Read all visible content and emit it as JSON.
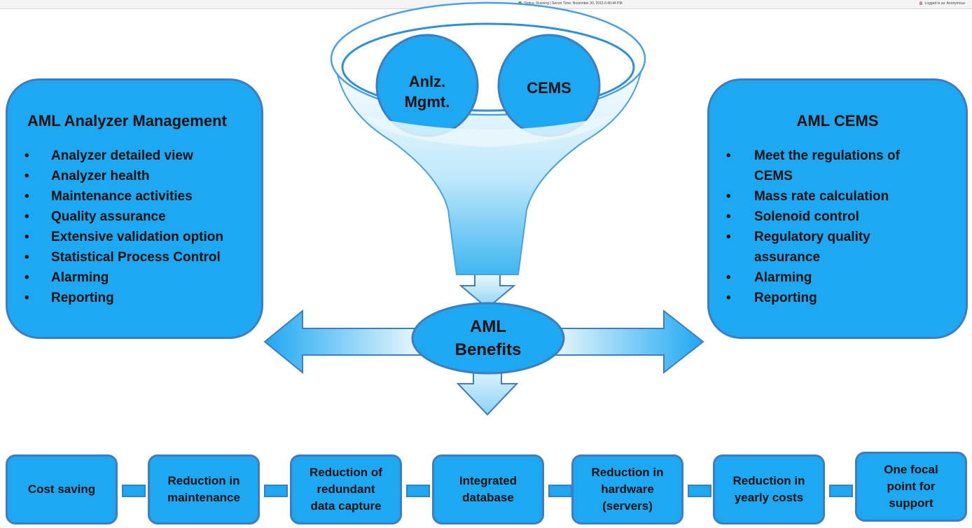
{
  "status_bar": {
    "left_text": "Status: Running | Server Time: November 30, 2015 6:40:44 PM",
    "right_text": "Logged in as: Anonymous"
  },
  "funnel": {
    "circle_left": [
      "Anlz.",
      "Mgmt."
    ],
    "circle_right": "CEMS"
  },
  "center": {
    "label": [
      "AML",
      "Benefits"
    ]
  },
  "left_panel": {
    "title": "AML Analyzer Management",
    "items": [
      "Analyzer detailed view",
      "Analyzer health",
      "Maintenance activities",
      "Quality assurance",
      "Extensive validation option",
      "Statistical Process Control",
      "Alarming",
      "Reporting"
    ]
  },
  "right_panel": {
    "title": "AML CEMS",
    "items": [
      "Meet the regulations of CEMS",
      "Mass rate calculation",
      "Solenoid control",
      "Regulatory quality assurance",
      "Alarming",
      "Reporting"
    ]
  },
  "benefits": [
    [
      "Cost saving"
    ],
    [
      "Reduction in",
      "maintenance"
    ],
    [
      "Reduction of",
      "redundant",
      "data capture"
    ],
    [
      "Integrated",
      "database"
    ],
    [
      "Reduction in",
      "hardware",
      "(servers)"
    ],
    [
      "Reduction in",
      "yearly costs"
    ],
    [
      "One focal",
      "point for",
      "support"
    ]
  ],
  "colors": {
    "box_fill": "#1fa8f2",
    "box_border": "#3d7dc1",
    "arrow_light": "#e6f6fd"
  }
}
